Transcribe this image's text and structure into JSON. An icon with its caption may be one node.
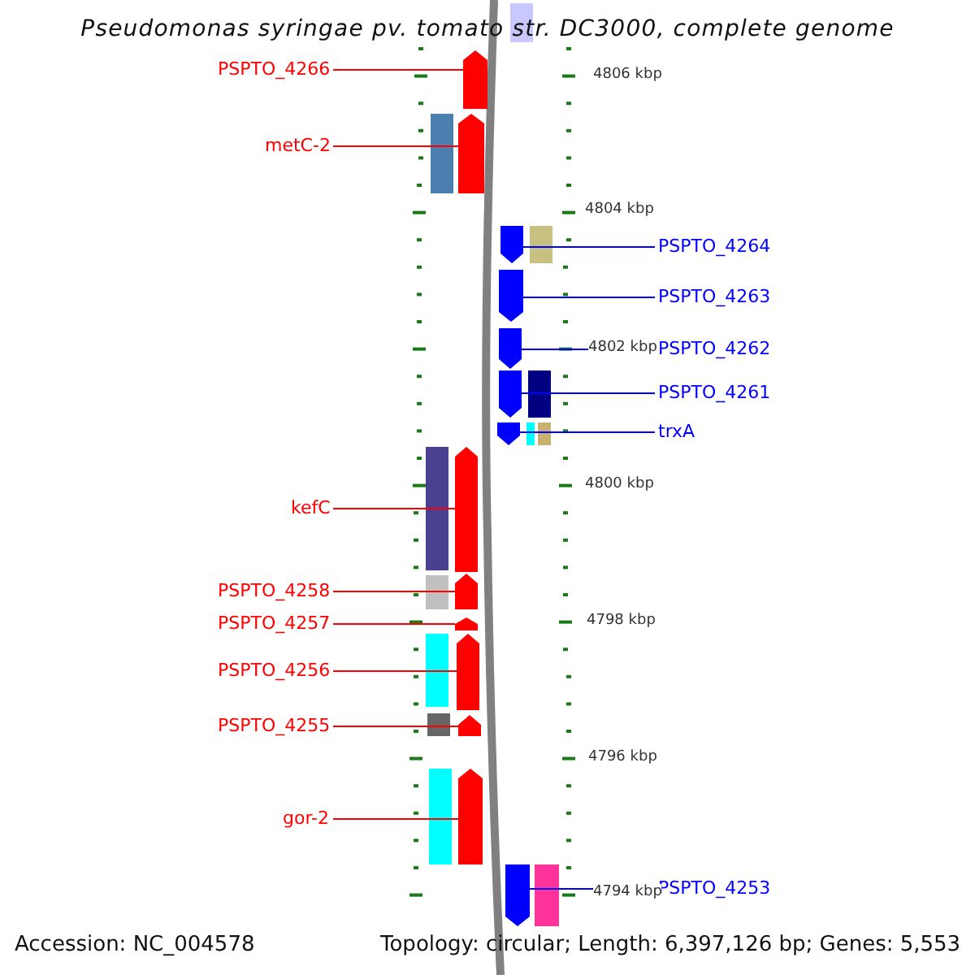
{
  "diagram": {
    "title": "Pseudomonas syringae pv. tomato str. DC3000, complete genome",
    "nodes": [
      {
        "text": [
          "PSPTO_4266"
        ]
      },
      {
        "text": [],
        "shape": "arrow"
      },
      {
        "text": [
          "metC-2"
        ]
      },
      {
        "text": [],
        "shape": "arrow"
      },
      {
        "text": [
          "PSPTO_4264"
        ]
      },
      {
        "text": [],
        "shape": "arrow"
      },
      {
        "text": [
          "PSPTO_4263"
        ]
      },
      {
        "text": [],
        "shape": "arrow"
      },
      {
        "text": [
          "PSPTO_4262"
        ]
      },
      {
        "text": [],
        "shape": "arrow"
      },
      {
        "text": [
          "PSPTO_4261"
        ]
      },
      {
        "text": [],
        "shape": "arrow"
      },
      {
        "text": [
          "trxA"
        ]
      },
      {
        "text": [],
        "shape": "arrow"
      },
      {
        "text": [
          "kefC"
        ]
      },
      {
        "text": [],
        "shape": "arrow"
      },
      {
        "text": [
          "PSPTO_4258"
        ]
      },
      {
        "text": [],
        "shape": "arrow"
      },
      {
        "text": [
          "PSPTO_4257"
        ]
      },
      {
        "text": [],
        "shape": "arrow"
      },
      {
        "text": [
          "PSPTO_4256"
        ]
      },
      {
        "text": [],
        "shape": "arrow"
      },
      {
        "text": [
          "PSPTO_4255"
        ]
      },
      {
        "text": [],
        "shape": "arrow"
      },
      {
        "text": [
          "gor-2"
        ]
      },
      {
        "text": [],
        "shape": "arrow"
      },
      {
        "text": [
          "PSPTO_4253"
        ]
      },
      {
        "text": [],
        "shape": "arrow"
      }
    ],
    "edges": [
      {
        "from": 0,
        "to": 1,
        "arrow": "none"
      },
      {
        "from": 2,
        "to": 3,
        "arrow": "none"
      },
      {
        "from": 4,
        "to": 5,
        "arrow": "none",
        "color": "#0000ff"
      },
      {
        "from": 6,
        "to": 7,
        "arrow": "none",
        "color": "#0000ff"
      },
      {
        "from": 8,
        "to": 9,
        "arrow": "none",
        "color": "#0000ff"
      },
      {
        "from": 10,
        "to": 11,
        "arrow": "none",
        "color": "#0000ff"
      },
      {
        "from": 12,
        "to": 13,
        "arrow": "none",
        "color": "#0000ff"
      },
      {
        "from": 14,
        "to": 15,
        "arrow": "none"
      },
      {
        "from": 16,
        "to": 17,
        "arrow": "none"
      },
      {
        "from": 18,
        "to": 19,
        "arrow": "none"
      },
      {
        "from": 20,
        "to": 21,
        "arrow": "none"
      },
      {
        "from": 22,
        "to": 23,
        "arrow": "none"
      },
      {
        "from": 24,
        "to": 25,
        "arrow": "none"
      },
      {
        "from": 26,
        "to": 27,
        "arrow": "none",
        "color": "#0000ff"
      }
    ],
    "labels": [
      "4806 kbp",
      "4804 kbp",
      "4802 kbp",
      "4800 kbp",
      "4798 kbp",
      "4796 kbp",
      "4794 kbp",
      "Accession: NC_004578",
      "Topology: circular; Length: 6,397,126 bp; Genes: 5,553"
    ]
  }
}
